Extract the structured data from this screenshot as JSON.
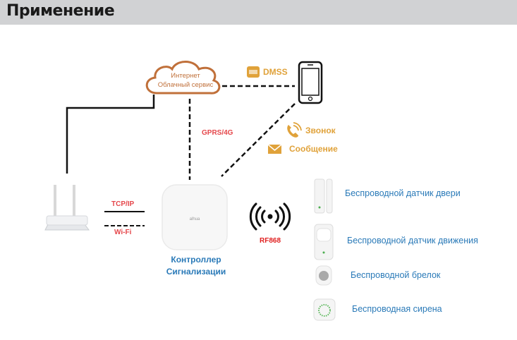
{
  "header": {
    "title": "Применение"
  },
  "cloud": {
    "line1": "Интернет",
    "line2": "Облачный сервис",
    "icon": "cloud-icon"
  },
  "app": {
    "label": "DMSS",
    "icon": "app-icon"
  },
  "phone": {
    "icon": "smartphone-icon"
  },
  "links": {
    "gprs": "GPRS/4G",
    "tcpip": "TCP/IP",
    "wifi": "Wi-Fi",
    "rf": "RF868"
  },
  "notifications": [
    {
      "icon": "phone-call-icon",
      "label": "Звонок"
    },
    {
      "icon": "envelope-icon",
      "label": "Сообщение"
    }
  ],
  "router": {
    "icon": "router-icon"
  },
  "controller": {
    "line1": "Контроллер",
    "line2": "Сигнализации",
    "brand": "alhua"
  },
  "devices": [
    {
      "icon": "door-sensor-icon",
      "label": "Беспроводной датчик двери"
    },
    {
      "icon": "motion-sensor-icon",
      "label": "Беспроводной датчик движения"
    },
    {
      "icon": "keyfob-icon",
      "label": "Беспроводной брелок"
    },
    {
      "icon": "siren-icon",
      "label": "Беспроводная сирена"
    }
  ],
  "colors": {
    "orange": "#e0a23a",
    "red": "#e5474b",
    "blue": "#2a7ab8",
    "cloud": "#c0703a"
  }
}
